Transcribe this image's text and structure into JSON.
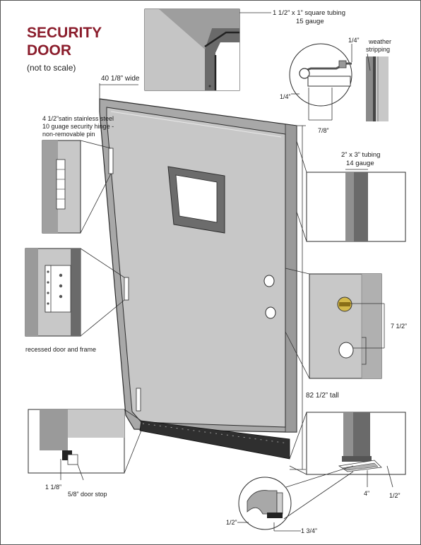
{
  "header": {
    "title_line1": "SECURITY",
    "title_line2": "DOOR",
    "subtitle": "(not to scale)"
  },
  "labels": {
    "width": "40 1/8” wide",
    "square_tubing_line1": "1 1/2” x 1” square tubing",
    "square_tubing_line2": "15 gauge",
    "quarter_top": "1/4”",
    "weather_line1": "weather",
    "weather_line2": "stripping",
    "quarter_left": "1/4”",
    "seven_eighths": "7/8”",
    "hinge_line1": "4 1/2”satin stainless steel",
    "hinge_line2": "10 guage security hinge -",
    "hinge_line3": "non-removable pin",
    "tubing_2x3_line1": "2” x 3” tubing",
    "tubing_2x3_line2": "14 gauge",
    "seven_half": "7 1/2”",
    "recessed": "recessed door and frame",
    "tall": "82 1/2” tall",
    "one_one_eighth": "1 1/8”",
    "door_stop": "5/8” door stop",
    "four": "4”",
    "half_right": "1/2”",
    "half_bottom": "1/2”",
    "one_three_quarter": "1 3/4”"
  },
  "colors": {
    "title": "#8b1d2c",
    "door_panel": "#c6c6c6",
    "frame_gray": "#a3a3a3",
    "dark_gray": "#6c6c6c",
    "outline": "#2b2b2b"
  }
}
